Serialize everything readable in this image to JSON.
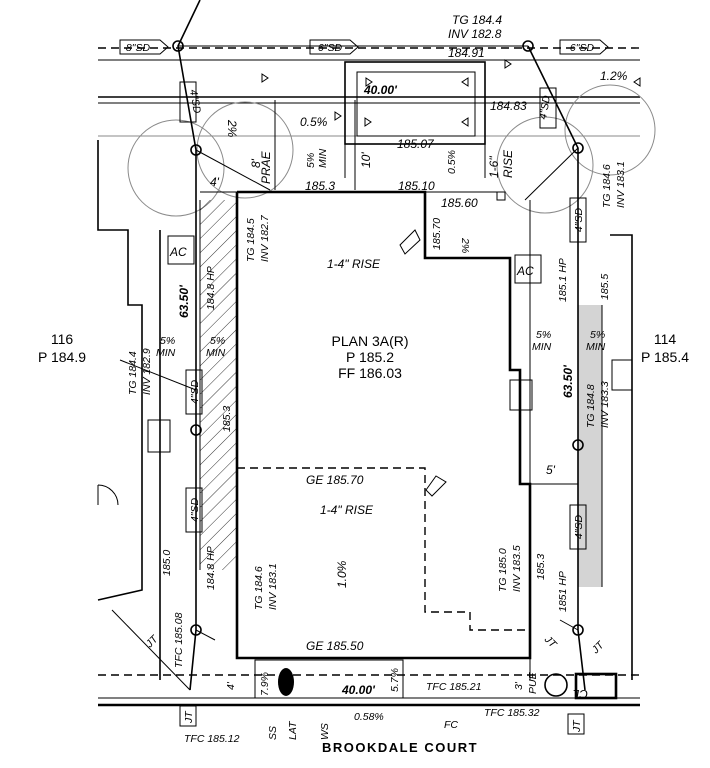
{
  "plan": {
    "lot_center": {
      "plan": "PLAN 3A(R)",
      "pad": "P 185.2",
      "ff": "FF 186.03"
    },
    "lot_left": {
      "number": "116",
      "pad": "P 184.9"
    },
    "lot_right": {
      "number": "114",
      "pad": "P 185.4"
    },
    "street": "BROOKDALE COURT",
    "pipes": {
      "sd8": "8\"SD",
      "sd6_a": "6\"SD",
      "sd6_b": "6\"SD",
      "sd4": "4\"SD"
    },
    "labels": {
      "tg1844_top": "TG 184.4",
      "inv1828_top": "INV 182.8",
      "e18491": "184.91",
      "e18483": "184.83",
      "slope12": "1.2%",
      "dim40_top": "40.00'",
      "slope05": "0.5%",
      "slope2_top": "2%",
      "prae": "PRAE",
      "dim8": "8'",
      "min5_top": "5%",
      "min_word_top": "MIN",
      "dim10": "10'",
      "e18507": "185.07",
      "slope05b": "0.5%",
      "rise16": "1-6\"",
      "rise_word": "RISE",
      "tg1846_right": "TG 184.6",
      "inv1831_right": "INV 183.1",
      "dim4_top": "4'",
      "e1853": "185.3",
      "e18510": "185.10",
      "e18560": "185.60",
      "tg1845_left": "TG 184.5",
      "inv1827_left": "INV 182.7",
      "e18570_small": "185.70",
      "slope2_mid": "2%",
      "rise14_upper": "1-4\" RISE",
      "ac": "AC",
      "hp1848_top": "184.8 HP",
      "dim6350_left": "63.50'",
      "hp1851_top": "185.1 HP",
      "e1855": "185.5",
      "tg1844_left": "TG 184.4",
      "inv1829_left": "INV 182.9",
      "pct5": "5%",
      "min_word": "MIN",
      "tg1848_right": "TG 184.8",
      "inv1833_right": "INV 183.3",
      "dim6350_right": "63.50'",
      "e1853_v": "185.3",
      "dim5": "5'",
      "ge18570": "GE 185.70",
      "rise14_lower": "1-4\" RISE",
      "pct10": "1.0%",
      "e1850": "185.0",
      "hp1848_bot": "184.8 HP",
      "tg1846_bot": "TG 184.6",
      "inv1831_bot": "INV 183.1",
      "tg1850_right": "TG 185.0",
      "inv1835_right": "INV 183.5",
      "e1853_r": "185.3",
      "hp1851_bot": "1851 HP",
      "tfc18508": "TFC 185.08",
      "jt": "JT",
      "ge18550": "GE 185.50",
      "dim4_bot": "4'",
      "slope79": "7.9%",
      "slope57": "5.7%",
      "dim40_bot": "40.00'",
      "tfc18521": "TFC 185.21",
      "dim3": "3'",
      "pue": "PUE",
      "cl": "CL",
      "ss": "SS",
      "lat": "LAT",
      "ws": "WS",
      "slope058": "0.58%",
      "fc": "FC",
      "tfc18532": "TFC 185.32",
      "tfc18512": "TFC 185.12"
    }
  },
  "colors": {
    "ink": "#000000",
    "shade": "#d4d4d4",
    "guide": "#8a8a8a"
  }
}
